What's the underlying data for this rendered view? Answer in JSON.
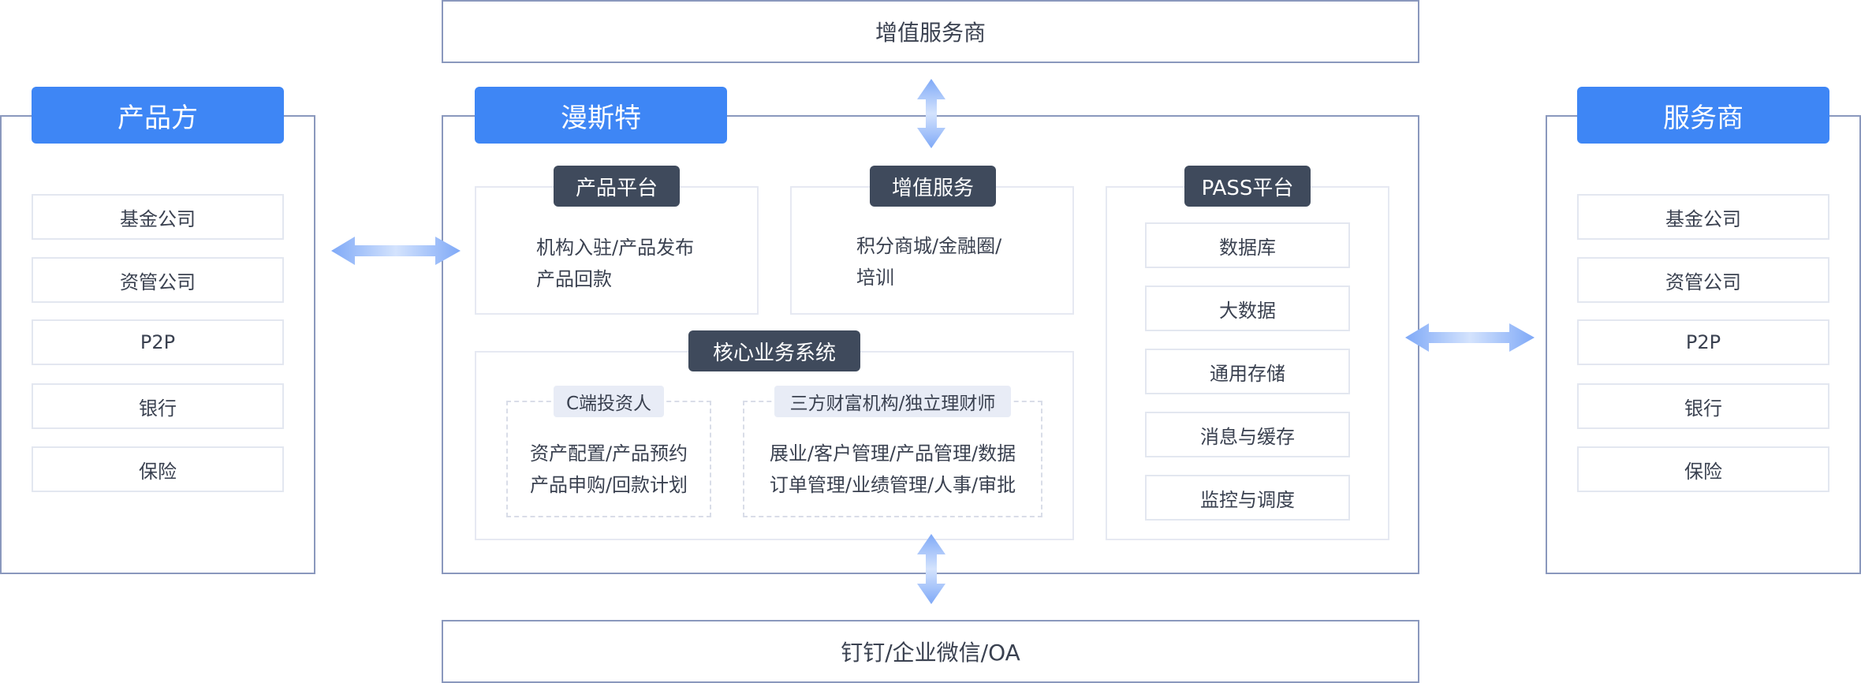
{
  "top_bar": "增值服务商",
  "bottom_bar": "钉钉/企业微信/OA",
  "left": {
    "title": "产品方",
    "items": [
      "基金公司",
      "资管公司",
      "P2P",
      "银行",
      "保险"
    ]
  },
  "right": {
    "title": "服务商",
    "items": [
      "基金公司",
      "资管公司",
      "P2P",
      "银行",
      "保险"
    ]
  },
  "center": {
    "title": "漫斯特",
    "product_platform": {
      "title": "产品平台",
      "lines": [
        "机构入驻/产品发布",
        "产品回款"
      ]
    },
    "value_services": {
      "title": "增值服务",
      "lines": [
        "积分商城/金融圈/",
        "培训"
      ]
    },
    "pass_platform": {
      "title": "PASS平台",
      "items": [
        "数据库",
        "大数据",
        "通用存储",
        "消息与缓存",
        "监控与调度"
      ]
    },
    "core": {
      "title": "核心业务系统",
      "c_end": {
        "title": "C端投资人",
        "lines": [
          "资产配置/产品预约",
          "产品申购/回款计划"
        ]
      },
      "third_party": {
        "title": "三方财富机构/独立理财师",
        "lines": [
          "展业/客户管理/产品管理/数据",
          "订单管理/业绩管理/人事/审批"
        ]
      }
    }
  },
  "colors": {
    "accent_blue": "#3e86f5",
    "dark_tab": "#3f4a5c",
    "border": "#8a98bd",
    "arrow": "#8fb4f7"
  }
}
